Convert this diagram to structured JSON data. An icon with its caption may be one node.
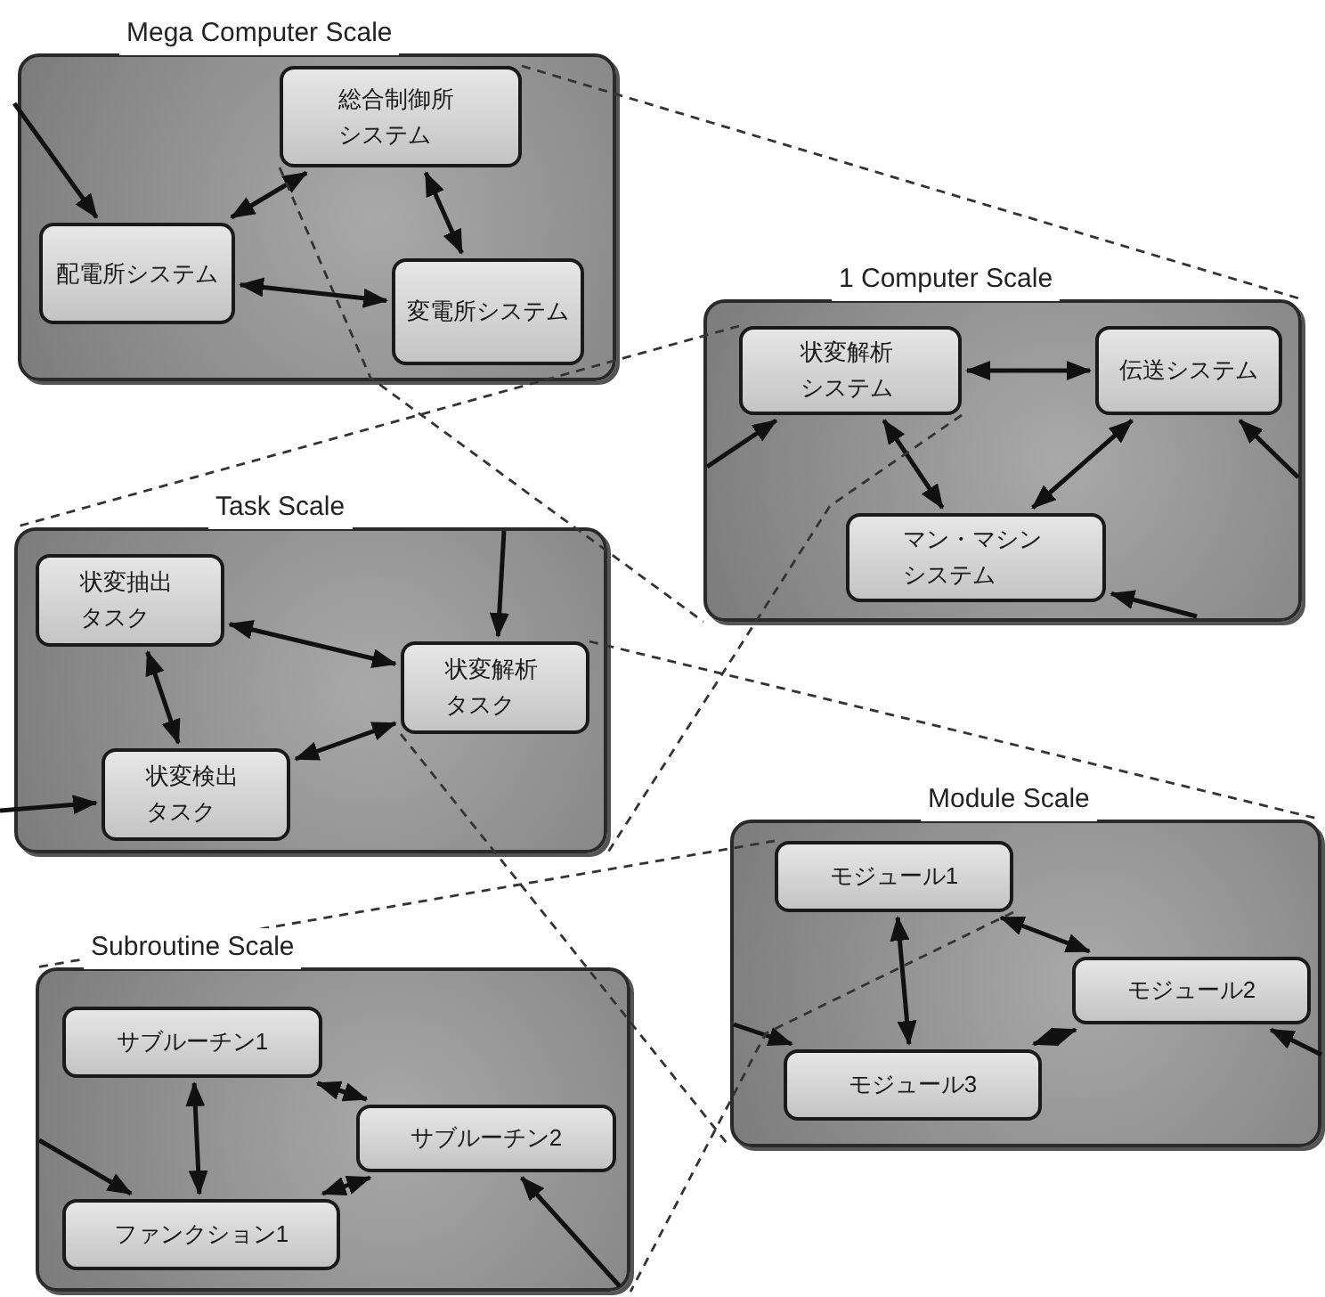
{
  "diagram": {
    "nodes": [
      {
        "text": [
          "Mega Computer Scale"
        ]
      },
      {
        "text": [
          "総合制御所システム"
        ],
        "in": 0
      },
      {
        "text": [
          "配電所システム"
        ],
        "in": 0
      },
      {
        "text": [
          "変電所システム"
        ],
        "in": 0
      },
      {
        "text": [
          "1 Computer Scale"
        ]
      },
      {
        "text": [
          "状変解析システム"
        ],
        "in": 4
      },
      {
        "text": [
          "伝送システム"
        ],
        "in": 4
      },
      {
        "text": [
          "マン・マシンシステム"
        ],
        "in": 4
      },
      {
        "text": [
          "Task Scale"
        ]
      },
      {
        "text": [
          "状変抽出タスク"
        ],
        "in": 8
      },
      {
        "text": [
          "状変解析タスク"
        ],
        "in": 8
      },
      {
        "text": [
          "状変検出タスク"
        ],
        "in": 8
      },
      {
        "text": [
          "Module Scale"
        ]
      },
      {
        "text": [
          "モジュール1"
        ],
        "in": 12
      },
      {
        "text": [
          "モジュール2"
        ],
        "in": 12
      },
      {
        "text": [
          "モジュール3"
        ],
        "in": 12
      },
      {
        "text": [
          "Subroutine Scale"
        ]
      },
      {
        "text": [
          "サブルーチン1"
        ],
        "in": 16
      },
      {
        "text": [
          "サブルーチン2"
        ],
        "in": 16
      },
      {
        "text": [
          "ファンクション1"
        ],
        "in": 16
      }
    ],
    "edges": [
      {
        "from": 1,
        "to": 2,
        "arrow": "both"
      },
      {
        "from": 1,
        "to": 3,
        "arrow": "both"
      },
      {
        "from": 2,
        "to": 3,
        "arrow": "both"
      },
      {
        "from": null,
        "to": 2,
        "arrow": "to"
      },
      {
        "from": 5,
        "to": 6,
        "arrow": "both"
      },
      {
        "from": 5,
        "to": 7,
        "arrow": "both"
      },
      {
        "from": 6,
        "to": 7,
        "arrow": "both"
      },
      {
        "from": null,
        "to": 5,
        "arrow": "to"
      },
      {
        "from": null,
        "to": 6,
        "arrow": "to"
      },
      {
        "from": null,
        "to": 7,
        "arrow": "to"
      },
      {
        "from": 9,
        "to": 10,
        "arrow": "both"
      },
      {
        "from": 9,
        "to": 11,
        "arrow": "both"
      },
      {
        "from": 10,
        "to": 11,
        "arrow": "both"
      },
      {
        "from": null,
        "to": 10,
        "arrow": "to"
      },
      {
        "from": null,
        "to": 11,
        "arrow": "to"
      },
      {
        "from": 13,
        "to": 14,
        "arrow": "both"
      },
      {
        "from": 13,
        "to": 15,
        "arrow": "both"
      },
      {
        "from": 14,
        "to": 15,
        "arrow": "both"
      },
      {
        "from": null,
        "to": 15,
        "arrow": "to"
      },
      {
        "from": null,
        "to": 14,
        "arrow": "to"
      },
      {
        "from": 17,
        "to": 18,
        "arrow": "both"
      },
      {
        "from": 17,
        "to": 19,
        "arrow": "both"
      },
      {
        "from": 18,
        "to": 19,
        "arrow": "both"
      },
      {
        "from": null,
        "to": 19,
        "arrow": "to"
      },
      {
        "from": null,
        "to": 18,
        "arrow": "to"
      },
      {
        "from": 1,
        "to": 4,
        "arrow": "none",
        "style": "dashed"
      },
      {
        "from": 1,
        "to": 4,
        "arrow": "none",
        "style": "dashed"
      },
      {
        "from": 5,
        "to": 8,
        "arrow": "none",
        "style": "dashed"
      },
      {
        "from": 5,
        "to": 8,
        "arrow": "none",
        "style": "dashed"
      },
      {
        "from": 10,
        "to": 12,
        "arrow": "none",
        "style": "dashed"
      },
      {
        "from": 10,
        "to": 12,
        "arrow": "none",
        "style": "dashed"
      },
      {
        "from": 13,
        "to": 16,
        "arrow": "none",
        "style": "dashed"
      },
      {
        "from": 13,
        "to": 16,
        "arrow": "none",
        "style": "dashed"
      }
    ]
  }
}
